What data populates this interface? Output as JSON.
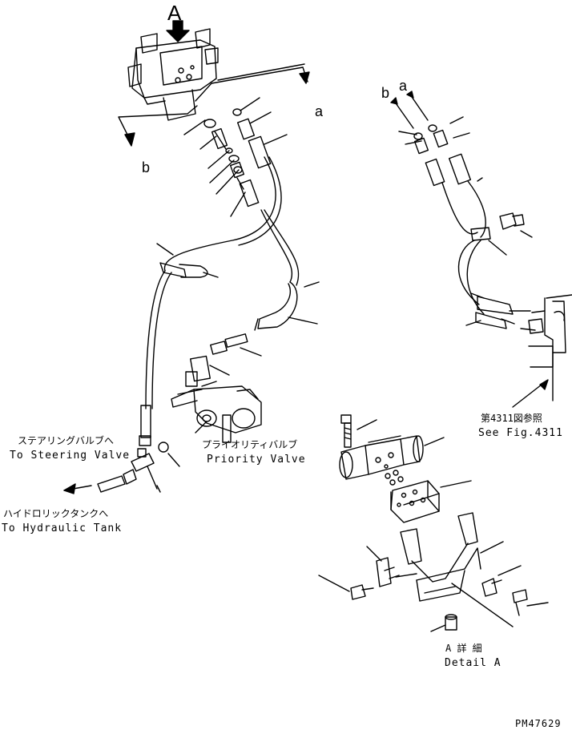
{
  "labels": {
    "view_a": "A",
    "ref_a_left": "a",
    "ref_b_left": "b",
    "ref_a_right": "a",
    "ref_b_right": "b",
    "steering_jp": "ステアリングバルブへ",
    "steering_en": "To Steering Valve",
    "priority_jp": "プライオリティバルブ",
    "priority_en": "Priority Valve",
    "tank_jp": "ハイドロリックタンクへ",
    "tank_en": "To Hydraulic Tank",
    "seefig_jp": "第4311図参照",
    "seefig_en": "See Fig.4311",
    "detail_jp": "A 詳 細",
    "detail_en": "Detail A",
    "drawing_no": "PM47629"
  }
}
